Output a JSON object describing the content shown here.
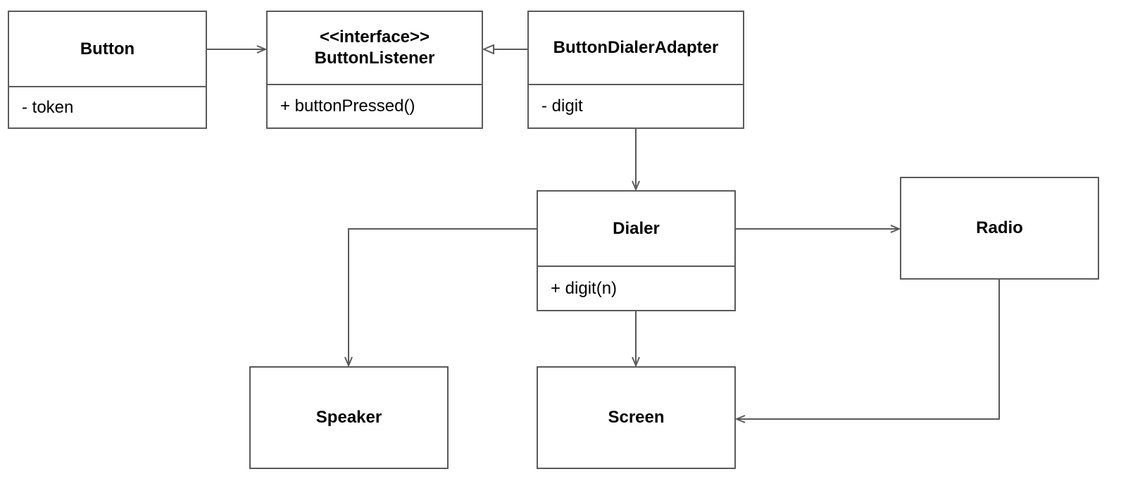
{
  "diagram": {
    "classes": {
      "button": {
        "name": "Button",
        "attributes": [
          "- token"
        ]
      },
      "button_listener": {
        "stereotype": "<<interface>>",
        "name": "ButtonListener",
        "operations": [
          "+ buttonPressed()"
        ]
      },
      "button_dialer_adapter": {
        "name": "ButtonDialerAdapter",
        "attributes": [
          "- digit"
        ]
      },
      "dialer": {
        "name": "Dialer",
        "operations": [
          "+ digit(n)"
        ]
      },
      "radio": {
        "name": "Radio"
      },
      "speaker": {
        "name": "Speaker"
      },
      "screen": {
        "name": "Screen"
      }
    },
    "relationships": [
      {
        "from": "Button",
        "to": "ButtonListener",
        "type": "association"
      },
      {
        "from": "ButtonDialerAdapter",
        "to": "ButtonListener",
        "type": "realization"
      },
      {
        "from": "ButtonDialerAdapter",
        "to": "Dialer",
        "type": "association"
      },
      {
        "from": "Dialer",
        "to": "Radio",
        "type": "association"
      },
      {
        "from": "Dialer",
        "to": "Speaker",
        "type": "association"
      },
      {
        "from": "Dialer",
        "to": "Screen",
        "type": "association"
      },
      {
        "from": "Radio",
        "to": "Screen",
        "type": "association"
      }
    ],
    "colors": {
      "line": "#5a5a5a",
      "box_fill": "#ffffff",
      "text": "#000000"
    }
  }
}
